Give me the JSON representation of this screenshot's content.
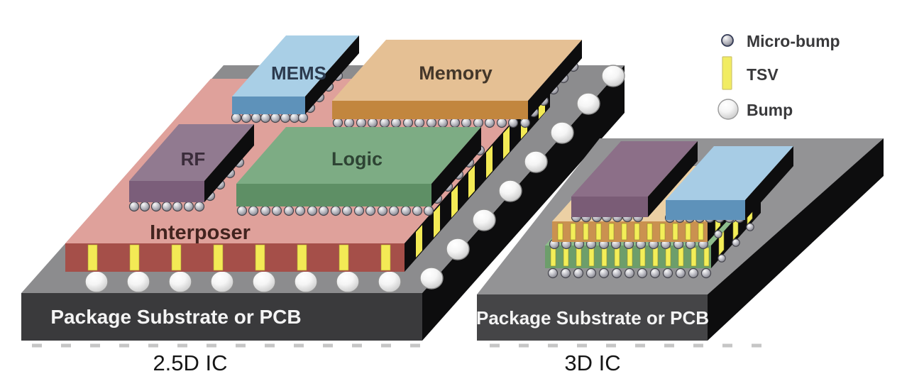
{
  "legend": {
    "items": [
      {
        "icon": "micro-bump-icon",
        "label": "Micro-bump"
      },
      {
        "icon": "tsv-icon",
        "label": "TSV"
      },
      {
        "icon": "bump-icon",
        "label": "Bump"
      }
    ]
  },
  "left_assembly": {
    "caption": "2.5D IC",
    "substrate_label": "Package Substrate or PCB",
    "interposer_label": "Interposer",
    "chips": [
      {
        "label": "MEMS"
      },
      {
        "label": "Memory"
      },
      {
        "label": "RF"
      },
      {
        "label": "Logic"
      }
    ]
  },
  "right_assembly": {
    "caption": "3D IC",
    "substrate_label": "Package Substrate or PCB",
    "stack": [
      "green-die-with-tsv",
      "orange-die-with-tsv",
      "purple-chip",
      "blue-chip"
    ]
  },
  "colors": {
    "background": "#ffffff",
    "substrate_top": "#8c8c8e",
    "substrate_front": "#3a3a3c",
    "interposer_top": "#dfa19b",
    "interposer_front": "#a54f49",
    "tsv_yellow": "#f3ea55",
    "mems_blue_top": "#a9cfe6",
    "mems_blue_front": "#5e92ba",
    "memory_tan_top": "#e5c094",
    "memory_tan_front": "#c2863e",
    "rf_purple_top": "#917a90",
    "rf_purple_front": "#7b5e7a",
    "logic_green_top": "#7dac84",
    "logic_green_front": "#5e8f65",
    "orange_die": "#ca9150",
    "green_die": "#6d9e6b",
    "bump_white": "#f6f6f6",
    "micro_bump_gray": "#9a9aa2"
  }
}
